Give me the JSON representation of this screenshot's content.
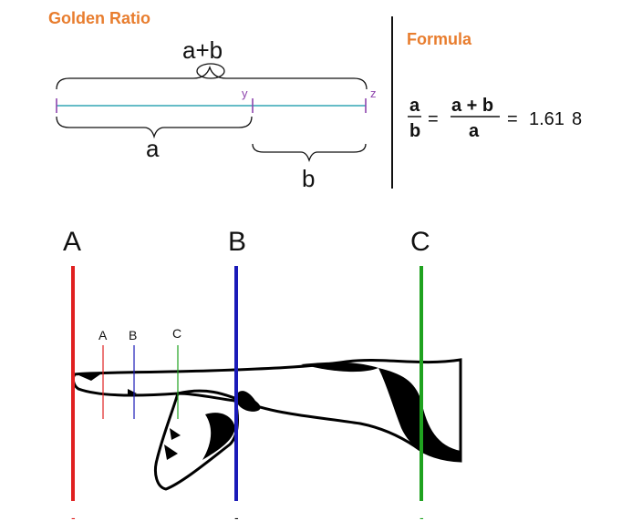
{
  "header": {
    "title": "Golden Ratio",
    "formula_title": "Formula"
  },
  "ratio_diagram": {
    "sum_label": "a+b",
    "label_a": "a",
    "label_b": "b",
    "point_y": "y",
    "point_z": "z"
  },
  "formula": {
    "frac1_num": "a",
    "frac1_den": "b",
    "equals": "=",
    "frac2_num": "a + b",
    "frac2_den": "a",
    "equals2": "=",
    "value": "1.61",
    "value_tail": "8"
  },
  "hand_diagram": {
    "line_a_label": "A",
    "line_b_label": "B",
    "line_c_label": "C",
    "small_a_label": "A",
    "small_b_label": "B",
    "small_c_label": "C",
    "dash_a": "-",
    "dash_b": "-",
    "dash_c": "-"
  },
  "colors": {
    "title_orange": "#e87d2e",
    "segment_teal": "#4fb3bf",
    "tick_purple": "#8e44ad",
    "line_red": "#e02020",
    "line_blue": "#1a1ab8",
    "line_green": "#1fa21f"
  }
}
